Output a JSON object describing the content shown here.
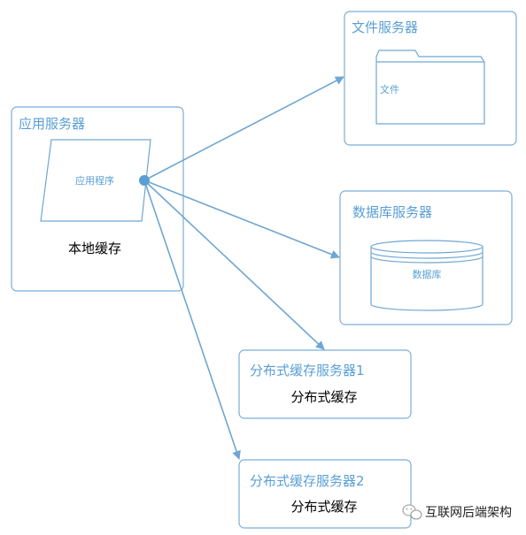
{
  "nodes": {
    "app_server": {
      "title": "应用服务器",
      "program": "应用程序",
      "local_cache": "本地缓存"
    },
    "file_server": {
      "title": "文件服务器",
      "folder_label": "文件"
    },
    "db_server": {
      "title": "数据库服务器",
      "db_label": "数据库"
    },
    "cache_server_1": {
      "title": "分布式缓存服务器1",
      "label": "分布式缓存"
    },
    "cache_server_2": {
      "title": "分布式缓存服务器2",
      "label": "分布式缓存"
    }
  },
  "watermark": {
    "text": "互联网后端架构",
    "icon": "wechat-icon"
  },
  "colors": {
    "accent": "#5a9fd4",
    "border": "#7aaed6",
    "edge": "#6fa6d2"
  }
}
